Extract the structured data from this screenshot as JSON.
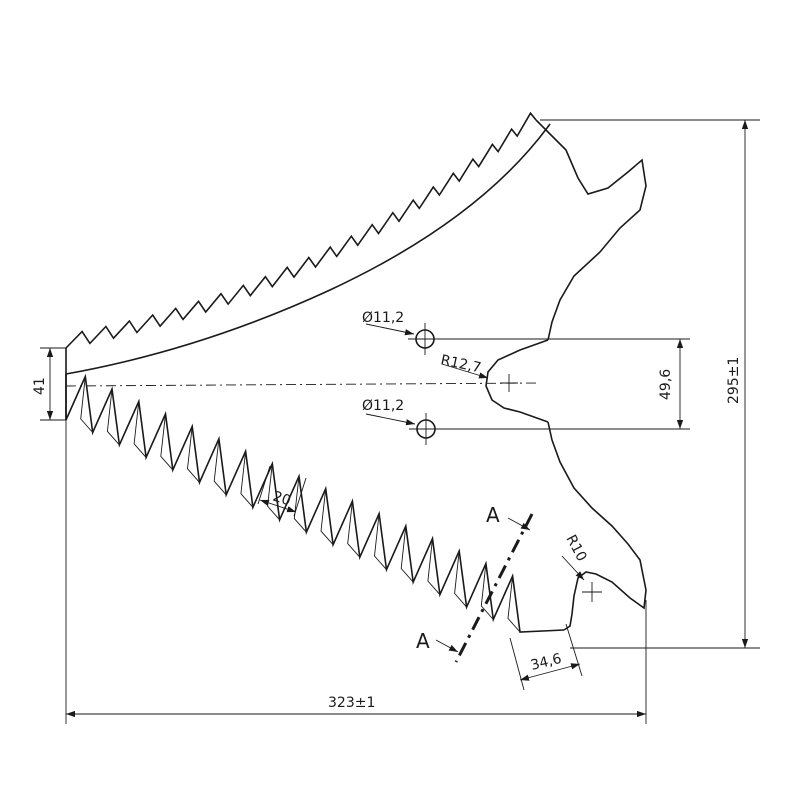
{
  "dimensions": {
    "width_overall": "323±1",
    "height_overall": "295±1",
    "back_height": "41",
    "hole_spacing": "49,6",
    "tooth_pitch": "20",
    "tip_width": "34,6"
  },
  "features": {
    "hole_upper": "Ø11,2",
    "hole_lower": "Ø11,2",
    "notch_radius": "R12,7",
    "tip_radius": "R10"
  },
  "section": {
    "marker_top": "A",
    "marker_bottom": "A"
  }
}
